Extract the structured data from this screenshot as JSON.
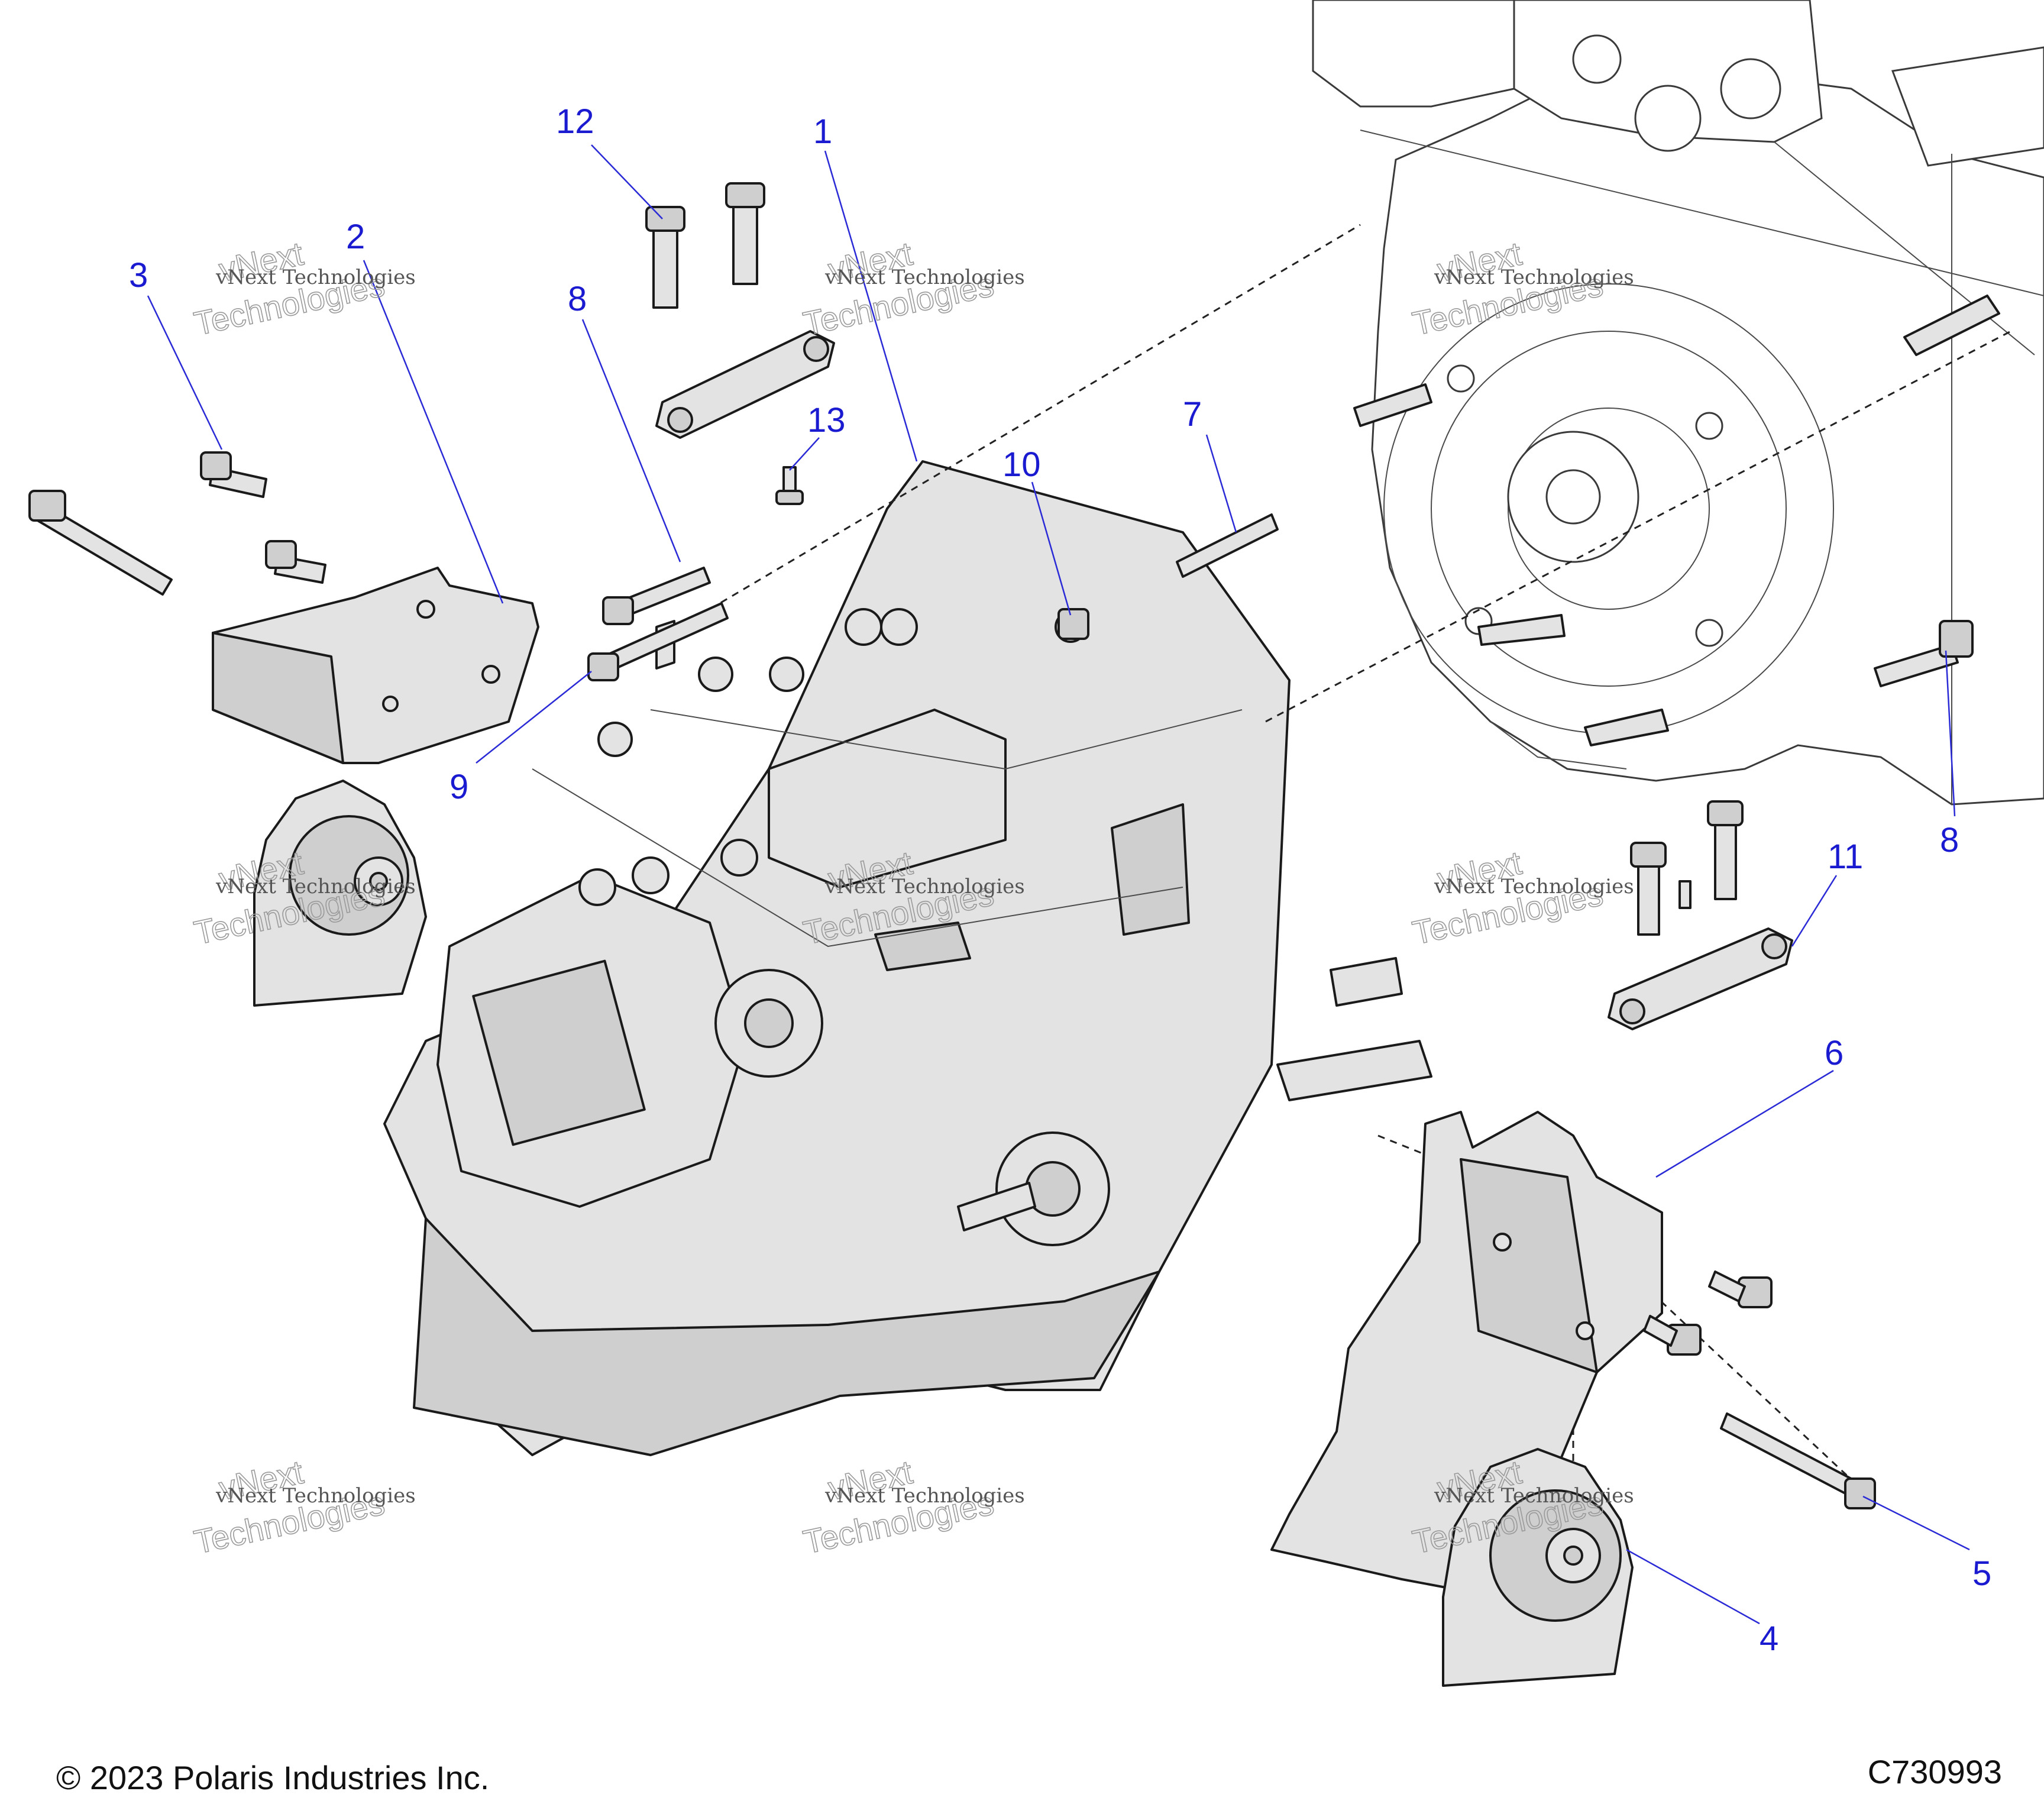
{
  "callouts": [
    "1",
    "2",
    "3",
    "4",
    "5",
    "6",
    "7",
    "8",
    "9",
    "10",
    "11",
    "12",
    "13"
  ],
  "watermark": {
    "small": "vNext Technologies",
    "line1": "vNext",
    "line2": "Technologies"
  },
  "footer": {
    "copyright": "© 2023 Polaris Industries Inc.",
    "code": "C730993"
  }
}
